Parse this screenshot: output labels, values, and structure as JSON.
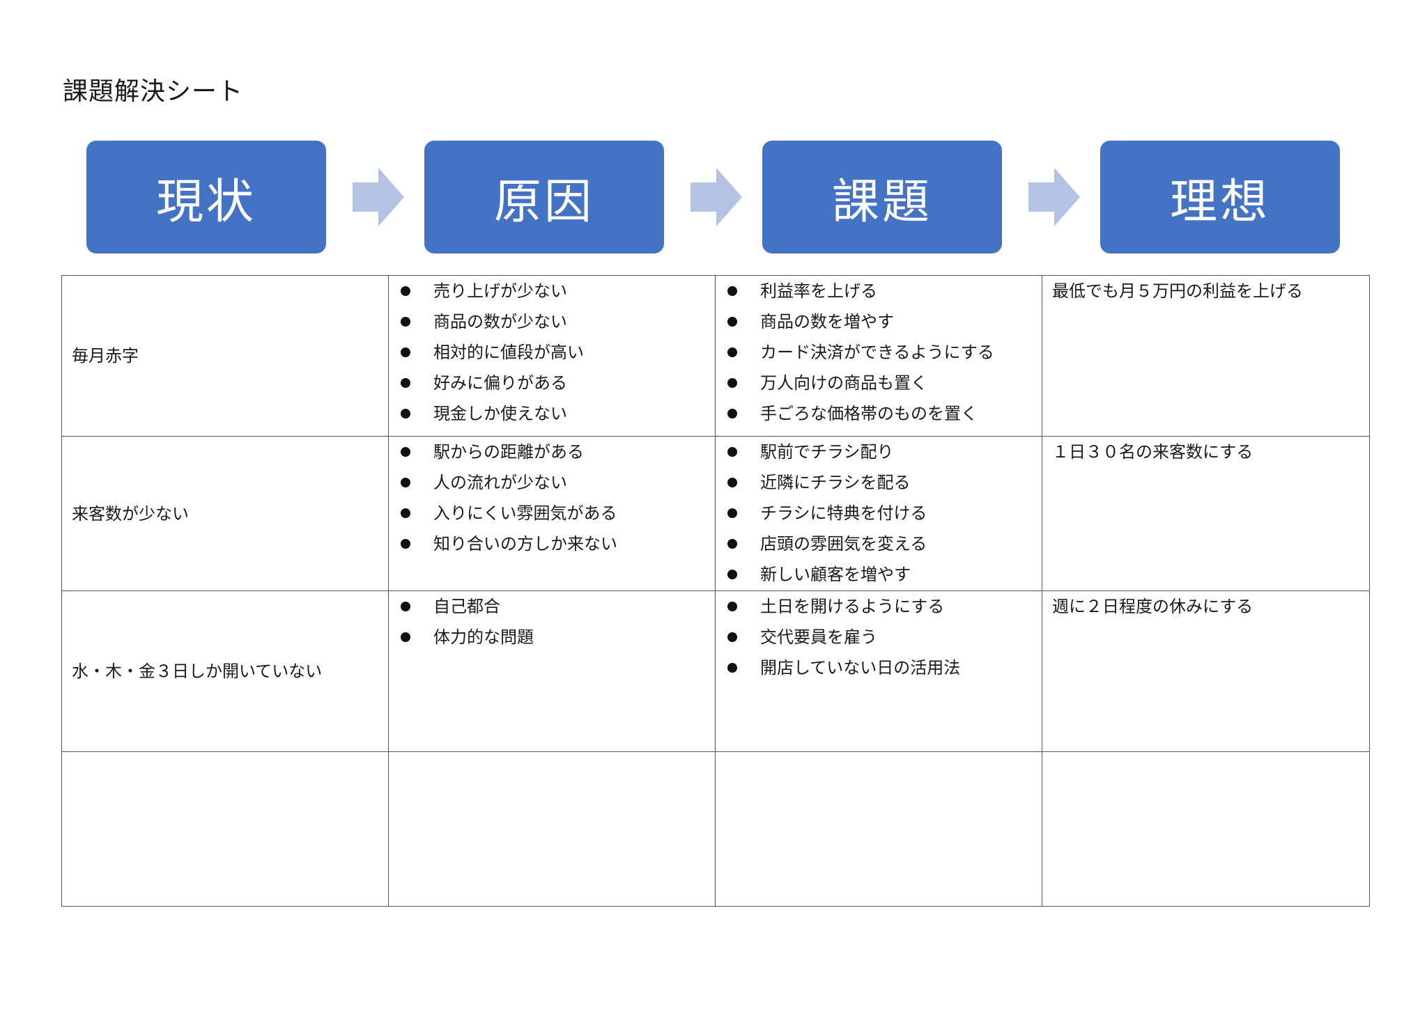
{
  "document": {
    "title": "課題解決シート"
  },
  "flow": {
    "stages": [
      {
        "label": "現状"
      },
      {
        "label": "原因"
      },
      {
        "label": "課題"
      },
      {
        "label": "理想"
      }
    ]
  },
  "colors": {
    "stage_fill": "#4472c4",
    "arrow_fill": "#b4c3e4",
    "border": "#555555"
  },
  "table": {
    "rows": [
      {
        "current": "毎月赤字",
        "causes": [
          "売り上げが少ない",
          "商品の数が少ない",
          "相対的に値段が高い",
          "好みに偏りがある",
          "現金しか使えない"
        ],
        "issues": [
          "利益率を上げる",
          "商品の数を増やす",
          "カード決済ができるようにする",
          "万人向けの商品も置く",
          "手ごろな価格帯のものを置く"
        ],
        "ideal": "最低でも月５万円の利益を上げる"
      },
      {
        "current": "来客数が少ない",
        "causes": [
          "駅からの距離がある",
          "人の流れが少ない",
          "入りにくい雰囲気がある",
          "知り合いの方しか来ない"
        ],
        "issues": [
          "駅前でチラシ配り",
          "近隣にチラシを配る",
          "チラシに特典を付ける",
          "店頭の雰囲気を変える",
          "新しい顧客を増やす"
        ],
        "ideal": "１日３０名の来客数にする"
      },
      {
        "current": "水・木・金３日しか開いていない",
        "causes": [
          "自己都合",
          "体力的な問題"
        ],
        "issues": [
          "土日を開けるようにする",
          "交代要員を雇う",
          "開店していない日の活用法"
        ],
        "ideal": "週に２日程度の休みにする"
      },
      {
        "current": "",
        "causes": [],
        "issues": [],
        "ideal": ""
      }
    ]
  }
}
